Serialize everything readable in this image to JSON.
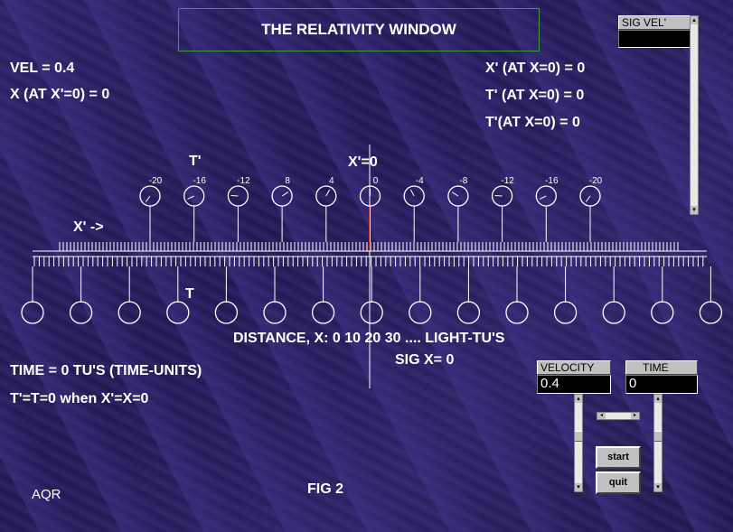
{
  "title": "THE RELATIVITY WINDOW",
  "vel_readout": "VEL =  0.4",
  "x_at_xprime": "X (AT X'=0) = 0",
  "xprime_at_x": "X' (AT X=0) = 0",
  "tprime_at_x": "T' (AT X=0) = 0",
  "tprime_at_x2": "T'(AT X=0) = 0",
  "tprime_label": "T'",
  "xprime_zero": "X'=0",
  "xprime_arrow": "X' ->",
  "t_label": "T",
  "distance_label": "DISTANCE, X:  0      10      20     30 ....  LIGHT-TU'S",
  "sig_x": "SIG X= 0",
  "time_readout": "TIME = 0 TU'S (TIME-UNITS)",
  "sync_note": "T'=T=0 when X'=X=0",
  "author": "AQR",
  "fig_label": "FIG    2",
  "moving_clock_labels": [
    "-20",
    "-16",
    "-12",
    "8",
    "4",
    "0",
    "-4",
    "-8",
    "-12",
    "-16",
    "-20"
  ],
  "sig_vel": {
    "label": "SIG VEL'",
    "value": ""
  },
  "velocity": {
    "label": "VELOCITY",
    "value": "0.4"
  },
  "time": {
    "label": "TIME",
    "value": "0"
  },
  "buttons": {
    "start": "start",
    "quit": "quit"
  },
  "colors": {
    "background": "#1f1850",
    "axis": "#ffffff",
    "origin_marker": "#b02020",
    "title_border": "#3f9b3f"
  }
}
